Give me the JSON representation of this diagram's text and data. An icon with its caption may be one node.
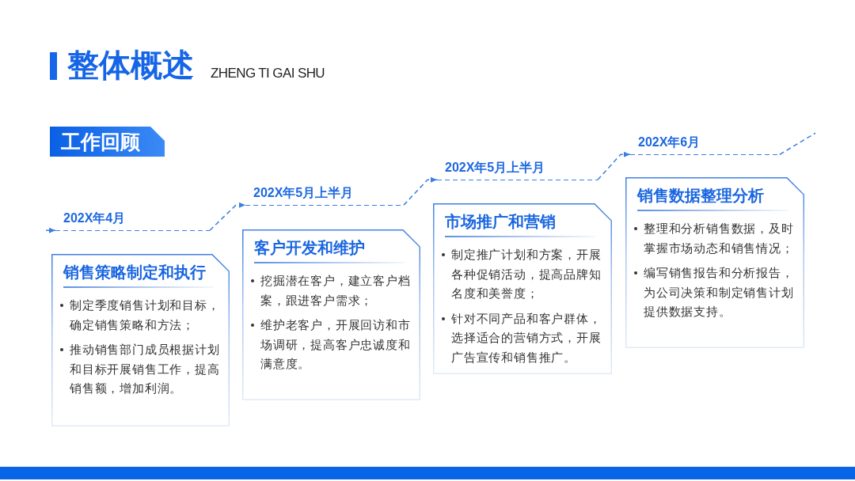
{
  "diagram": {
    "title": "整体概述",
    "nodes": [
      {
        "text": [
          "工作回顾"
        ]
      },
      {
        "text": [
          "202X年4月"
        ]
      },
      {
        "text": [
          "销售策略制定和执行",
          "制定季度销售计划和目标，确定销售策略和方法；",
          "推动销售部门成员根据计划和目标开展销售工作，提高销售额，增加利润。"
        ]
      },
      {
        "text": [
          "202X年5月上半月"
        ]
      },
      {
        "text": [
          "客户开发和维护",
          "挖掘潜在客户，建立客户档案，跟进客户需求；",
          "维护老客户，开展回访和市场调研，提高客户忠诚度和满意度。"
        ]
      },
      {
        "text": [
          "202X年5月上半月"
        ]
      },
      {
        "text": [
          "市场推广和营销",
          "制定推广计划和方案，开展各种促销活动，提高品牌知名度和美誉度；",
          "针对不同产品和客户群体，选择适合的营销方式，开展广告宣传和销售推广。"
        ]
      },
      {
        "text": [
          "202X年6月"
        ]
      },
      {
        "text": [
          "销售数据整理分析",
          "整理和分析销售数据，及时掌握市场动态和销售情况；",
          "编写销售报告和分析报告，为公司决策和制定销售计划提供数据支持。"
        ]
      }
    ],
    "edges": [
      {
        "from": null,
        "to": 1,
        "arrow": "to",
        "style": "dashed"
      },
      {
        "from": 1,
        "to": 3,
        "arrow": "to",
        "style": "dashed"
      },
      {
        "from": 3,
        "to": 5,
        "arrow": "to",
        "style": "dashed"
      },
      {
        "from": 5,
        "to": 7,
        "arrow": "to",
        "style": "dashed"
      },
      {
        "from": 7,
        "to": null,
        "arrow": "none",
        "style": "dashed"
      }
    ],
    "labels": [
      "ZHENG TI GAI SHU"
    ]
  }
}
